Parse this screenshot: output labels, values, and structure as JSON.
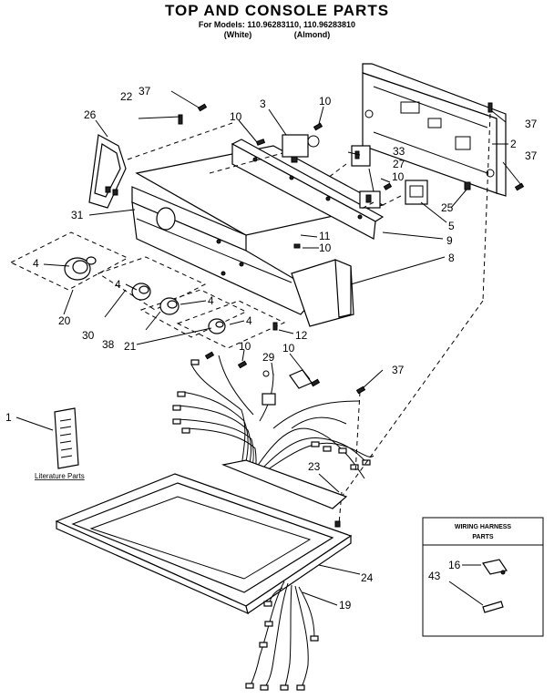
{
  "header": {
    "title": "TOP AND CONSOLE PARTS",
    "subtitle": "For Models: 110.96283110, 110.96283810",
    "variant_white": "(White)",
    "variant_almond": "(Almond)"
  },
  "callouts": {
    "p1": "1",
    "p2": "2",
    "p3": "3",
    "p4a": "4",
    "p4b": "4",
    "p4c": "4",
    "p4d": "4",
    "p5": "5",
    "p8": "8",
    "p9": "9",
    "p10a": "10",
    "p10b": "10",
    "p10c": "10",
    "p10d": "10",
    "p10e": "10",
    "p10f": "10",
    "p11": "11",
    "p12": "12",
    "p16": "16",
    "p19": "19",
    "p20": "20",
    "p21": "21",
    "p22": "22",
    "p23": "23",
    "p24": "24",
    "p25": "25",
    "p26": "26",
    "p27": "27",
    "p29": "29",
    "p30": "30",
    "p31": "31",
    "p33": "33",
    "p37a": "37",
    "p37b": "37",
    "p37c": "37",
    "p37d": "37",
    "p38": "38",
    "p43": "43"
  },
  "literature": {
    "label": "Literature Parts"
  },
  "wiring_harness": {
    "title_line1": "WIRING HARNESS",
    "title_line2": "PARTS"
  }
}
